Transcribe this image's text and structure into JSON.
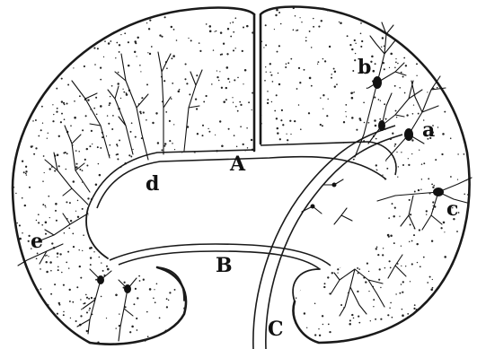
{
  "labels": {
    "A": "A",
    "B": "B",
    "C": "C",
    "a": "a",
    "b": "b",
    "c": "c",
    "d": "d",
    "e": "e"
  }
}
